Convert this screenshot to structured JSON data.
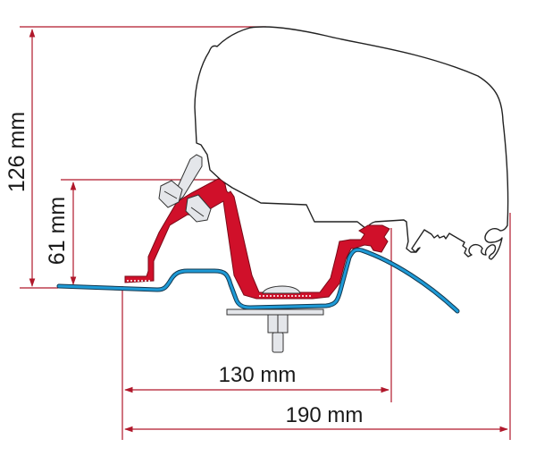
{
  "title": "Awning mounting bracket cross-section",
  "dimensions": {
    "total_height": {
      "value": 126,
      "unit": "mm",
      "label": "126 mm"
    },
    "bracket_height": {
      "value": 61,
      "unit": "mm",
      "label": "61 mm"
    },
    "bracket_width": {
      "value": 130,
      "unit": "mm",
      "label": "130 mm"
    },
    "total_width": {
      "value": 190,
      "unit": "mm",
      "label": "190 mm"
    }
  },
  "colors": {
    "dimension_line": "#b0182b",
    "bracket_fill": "#d0102a",
    "roof_panel": "#1e9ad6",
    "awning_outline": "#222222",
    "hardware_fill": "#e4e6ea"
  },
  "parts": {
    "awning_housing": "awning cassette profile",
    "bracket": "red mounting bracket",
    "roof": "vehicle roof panel (blue)",
    "bolts": "bolts and nuts"
  }
}
